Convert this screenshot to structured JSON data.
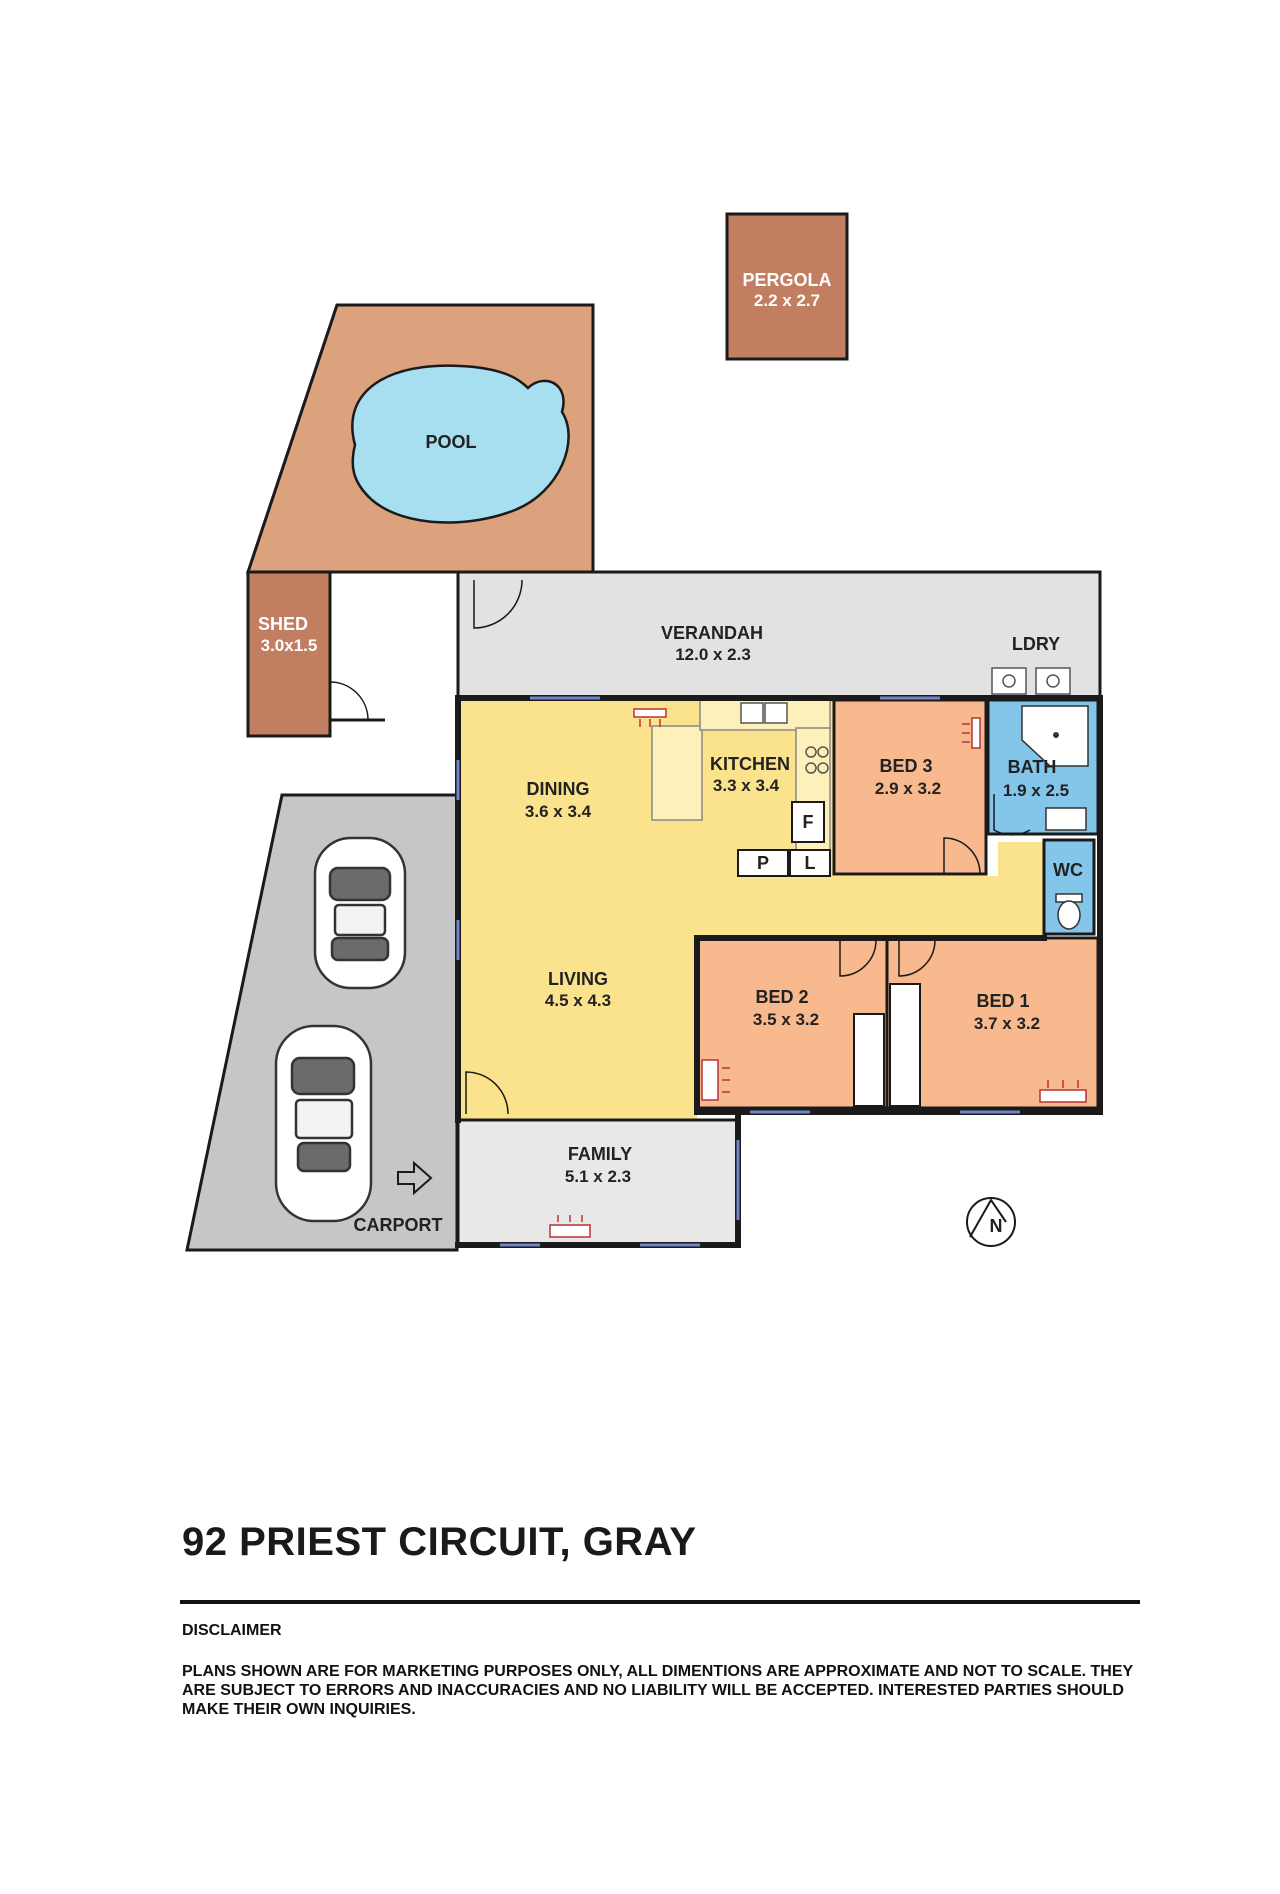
{
  "address": "92 PRIEST CIRCUIT, GRAY",
  "disclaimer": {
    "title": "DISCLAIMER",
    "text": "PLANS SHOWN ARE FOR MARKETING PURPOSES ONLY, ALL DIMENTIONS ARE APPROXIMATE AND NOT TO SCALE. THEY ARE SUBJECT TO ERRORS AND INACCURACIES AND NO LIABILITY WILL BE ACCEPTED. INTERESTED PARTIES SHOULD MAKE THEIR OWN INQUIRIES."
  },
  "rooms": {
    "pergola": {
      "name": "PERGOLA",
      "dim": "2.2 x 2.7"
    },
    "pool": {
      "name": "POOL"
    },
    "shed": {
      "name": "SHED",
      "dim": "3.0x1.5"
    },
    "verandah": {
      "name": "VERANDAH",
      "dim": "12.0 x 2.3"
    },
    "ldry": {
      "name": "LDRY"
    },
    "dining": {
      "name": "DINING",
      "dim": "3.6 x 3.4"
    },
    "kitchen": {
      "name": "KITCHEN",
      "dim": "3.3 x 3.4"
    },
    "bed3": {
      "name": "BED 3",
      "dim": "2.9 x 3.2"
    },
    "bath": {
      "name": "BATH",
      "dim": "1.9 x 2.5"
    },
    "wc": {
      "name": "WC"
    },
    "living": {
      "name": "LIVING",
      "dim": "4.5 x 4.3"
    },
    "bed2": {
      "name": "BED 2",
      "dim": "3.5 x 3.2"
    },
    "bed1": {
      "name": "BED 1",
      "dim": "3.7 x 3.2"
    },
    "family": {
      "name": "FAMILY",
      "dim": "5.1 x 2.3"
    },
    "carport": {
      "name": "CARPORT"
    }
  },
  "fixtures": {
    "fridge": "F",
    "pantry": "P",
    "linen": "L"
  },
  "compass": {
    "label": "N"
  },
  "colors": {
    "living": "#fbe38e",
    "bedroom": "#f8b98e",
    "wet": "#84c5ea",
    "outdoor": "#e2e2e2",
    "pergola": "#c17e61",
    "shed": "#c17e61",
    "pool_deck": "#dba27d",
    "pool_water": "#a8dff0",
    "carport": "#c6c6c6",
    "wall": "#1a1a1a"
  }
}
